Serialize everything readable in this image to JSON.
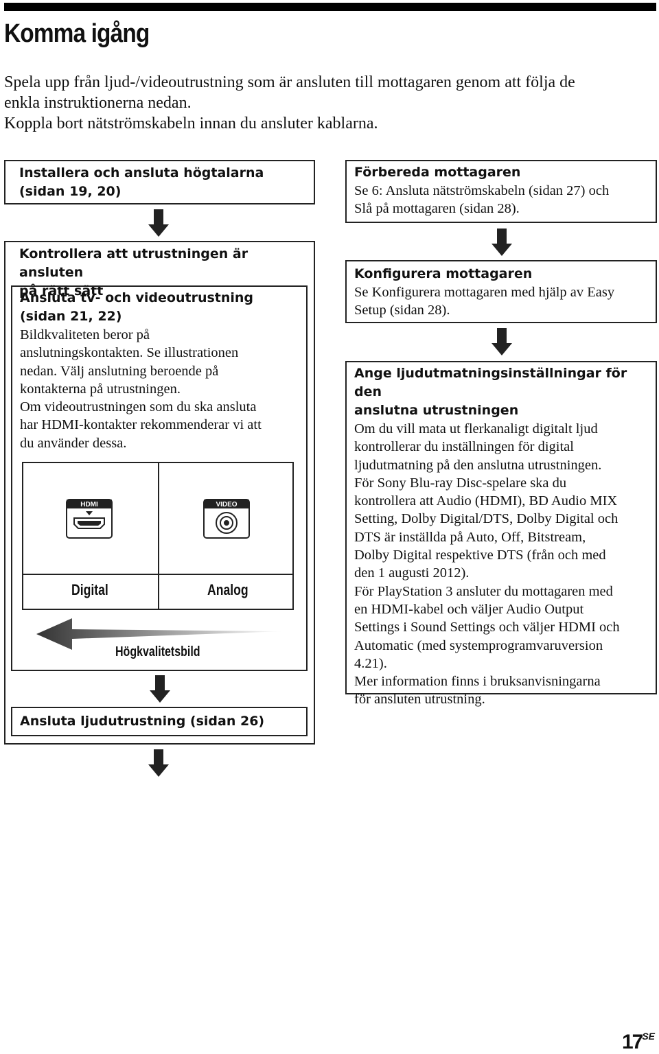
{
  "title": "Komma igång",
  "intro": {
    "line1": "Spela upp från ljud-/videoutrustning som är ansluten till mottagaren genom att följa de",
    "line2": "enkla instruktionerna nedan.",
    "line3": "Koppla bort nätströmskabeln innan du ansluter kablarna."
  },
  "left": {
    "step1": {
      "l1": "Installera och ansluta högtalarna",
      "l2": "(sidan 19, 20)"
    },
    "step2": {
      "h1": "Kontrollera att utrustningen är ansluten",
      "h2": "på rätt sätt",
      "inner": {
        "h1": "Ansluta tv- och videoutrustning",
        "h2": "(sidan 21, 22)",
        "lines": [
          "Bildkvaliteten beror på",
          "anslutningskontakten. Se illustrationen",
          "nedan. Välj anslutning beroende på",
          "kontakterna på utrustningen.",
          "Om videoutrustningen som du ska ansluta",
          "har HDMI-kontakter rekommenderar vi att",
          "du använder dessa."
        ]
      },
      "diagram": {
        "hdmi_label": "HDMI",
        "video_label": "VIDEO",
        "digital": "Digital",
        "analog": "Analog",
        "quality": "Högkvalitetsbild"
      }
    },
    "step3": "Ansluta ljudutrustning (sidan 26)"
  },
  "right": {
    "step1": {
      "head": "Förbereda mottagaren",
      "lines": [
        "Se 6: Ansluta nätströmskabeln (sidan 27) och",
        "Slå på mottagaren (sidan 28)."
      ]
    },
    "step2": {
      "head": "Konfigurera mottagaren",
      "lines": [
        "Se Konfigurera mottagaren med hjälp av Easy",
        "Setup (sidan 28)."
      ]
    },
    "step3": {
      "head1": "Ange ljudutmatningsinställningar för den",
      "head2": "anslutna utrustningen",
      "lines": [
        "Om du vill mata ut flerkanaligt digitalt ljud",
        "kontrollerar du inställningen för digital",
        "ljudutmatning på den anslutna utrustningen.",
        "För Sony Blu-ray Disc-spelare ska du",
        "kontrollera att Audio (HDMI), BD Audio MIX",
        "Setting, Dolby Digital/DTS, Dolby Digital och",
        "DTS är inställda på Auto, Off, Bitstream,",
        "Dolby Digital respektive DTS (från och med",
        "den 1 augusti 2012).",
        "För PlayStation 3 ansluter du mottagaren med",
        "en HDMI-kabel och väljer Audio Output",
        "Settings i Sound Settings och väljer HDMI och",
        "Automatic (med systemprogramvaruversion",
        "4.21).",
        "Mer information finns i bruksanvisningarna",
        "för ansluten utrustning."
      ]
    }
  },
  "page": {
    "number": "17",
    "suffix": "SE"
  }
}
